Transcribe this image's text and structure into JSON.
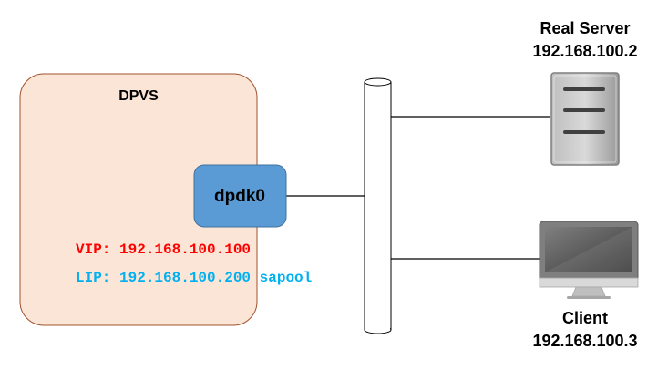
{
  "dpvs": {
    "title": "DPVS",
    "interface": "dpdk0",
    "vip": "VIP: 192.168.100.100",
    "lip": "LIP: 192.168.100.200 sapool"
  },
  "real_server": {
    "name": "Real Server",
    "ip": "192.168.100.2"
  },
  "client": {
    "name": "Client",
    "ip": "192.168.100.3"
  },
  "colors": {
    "dpvs_fill": "#fbe5d6",
    "dpvs_stroke": "#a0522d",
    "nic_fill": "#5b9bd5",
    "nic_stroke": "#41719c",
    "vip_text": "#ff0000",
    "lip_text": "#00b0f0",
    "line": "#000000",
    "server_body": "#a6a6a6",
    "monitor_screen": "#595959"
  }
}
